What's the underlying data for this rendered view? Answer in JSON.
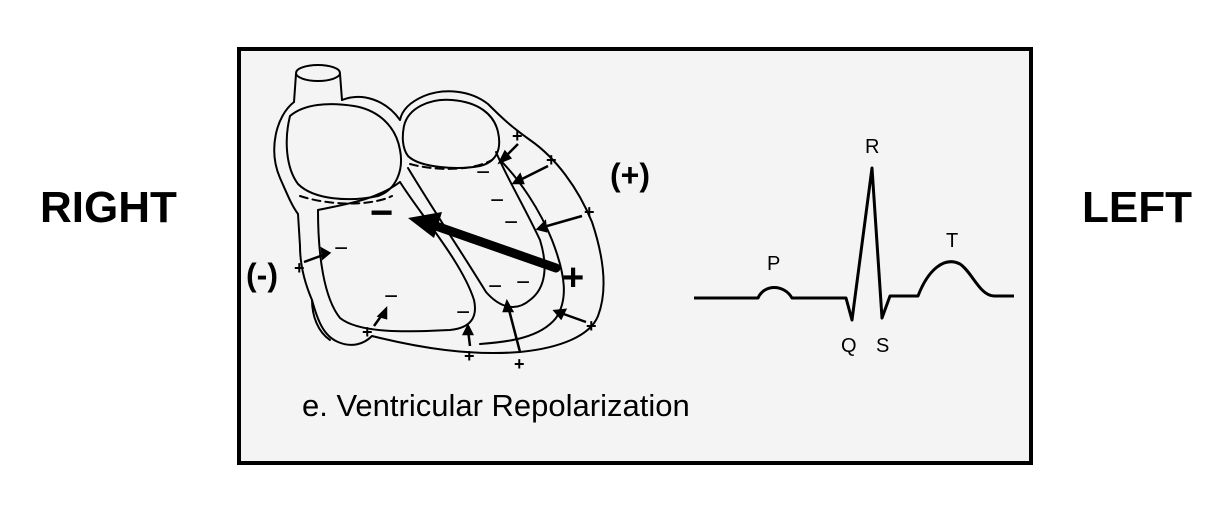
{
  "labels": {
    "right": "RIGHT",
    "left": "LEFT"
  },
  "diagram": {
    "caption": "e. Ventricular Repolarization",
    "polarity_positive": "(+)",
    "polarity_negative": "(-)",
    "vector_tail_sign": "+",
    "vector_head_sign": "−",
    "inner_sign": "−",
    "outer_sign": "+"
  },
  "ecg": {
    "p": "P",
    "q": "Q",
    "r": "R",
    "s": "S",
    "t": "T"
  }
}
